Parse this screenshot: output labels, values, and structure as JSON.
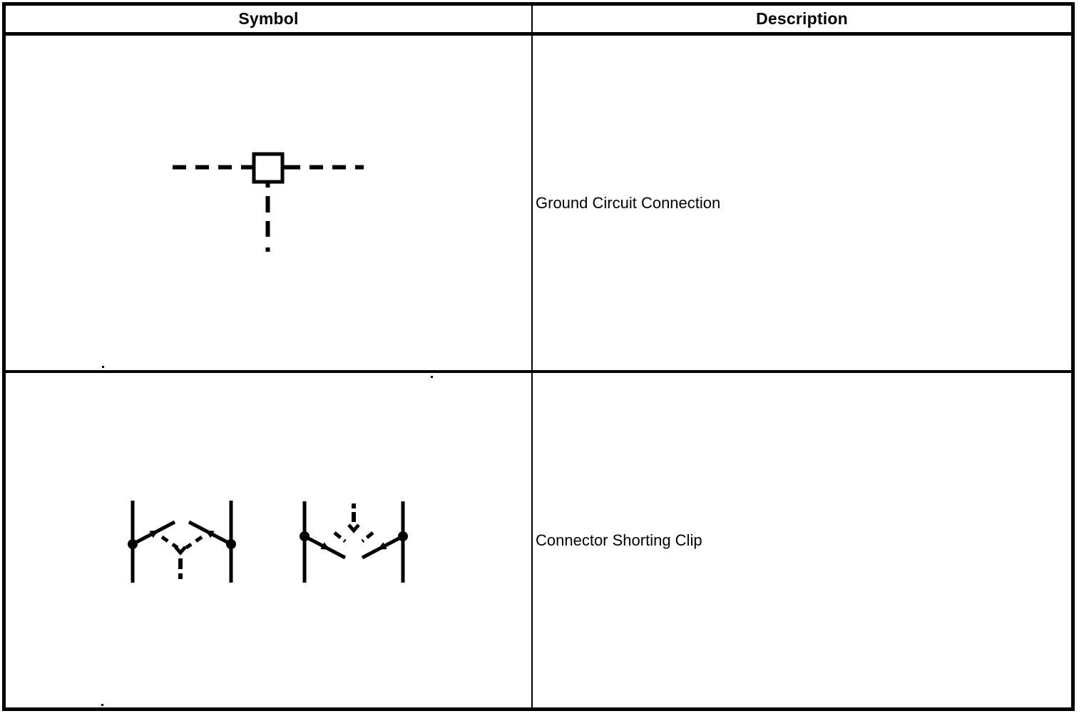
{
  "page": {
    "background": "#ffffff",
    "ink": "#000000"
  },
  "table": {
    "border_color": "#000000",
    "header": {
      "symbol_label": "Symbol",
      "description_label": "Description"
    },
    "rows": [
      {
        "symbol_name": "ground-circuit-connection-symbol",
        "description": "Ground Circuit Connection"
      },
      {
        "symbol_name": "connector-shorting-clip-symbol",
        "description": "Connector Shorting Clip"
      }
    ]
  }
}
